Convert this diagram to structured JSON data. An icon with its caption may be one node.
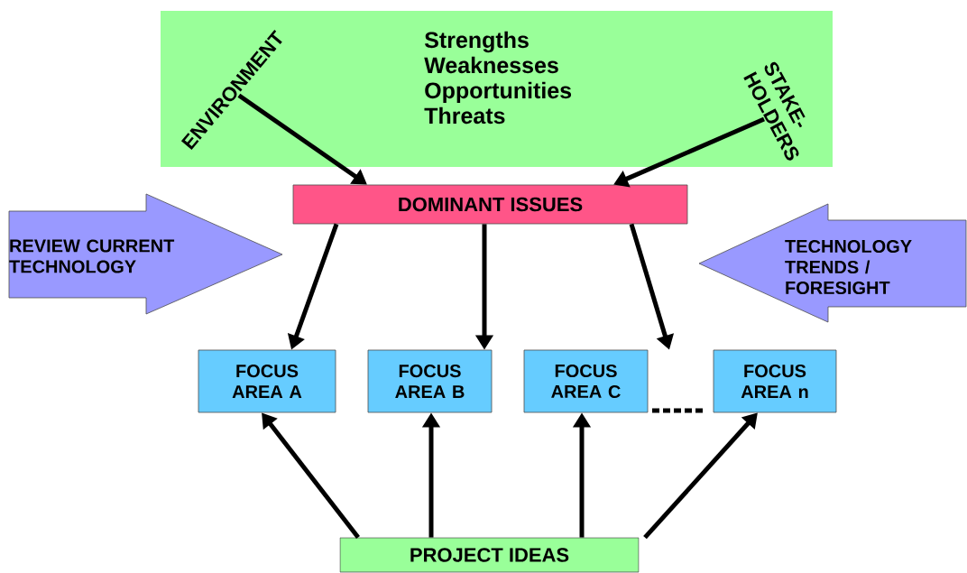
{
  "diagram": {
    "nodes": [
      {
        "text": [
          "Strengths Weaknesses Opportunities Threats"
        ]
      },
      {
        "text": [
          "ENVIRONMENT"
        ],
        "in": 0
      },
      {
        "text": [
          "STAKE- HOLDERS"
        ],
        "in": 0
      },
      {
        "text": [
          "DOMINANT ISSUES"
        ]
      },
      {
        "text": [
          "REVIEW CURRENT TECHNOLOGY"
        ]
      },
      {
        "text": [
          "TECHNOLOGY TRENDS / FORESIGHT"
        ]
      },
      {
        "text": [
          "FOCUS AREA A"
        ]
      },
      {
        "text": [
          "FOCUS AREA B"
        ]
      },
      {
        "text": [
          "FOCUS AREA C"
        ]
      },
      {
        "text": [
          "FOCUS AREA n"
        ]
      },
      {
        "text": [
          "PROJECT IDEAS"
        ]
      }
    ],
    "edges": [
      {
        "from": 1,
        "to": 3,
        "arrow": "to"
      },
      {
        "from": 2,
        "to": 3,
        "arrow": "to"
      },
      {
        "from": 3,
        "to": 6,
        "arrow": "to"
      },
      {
        "from": 3,
        "to": 7,
        "arrow": "to"
      },
      {
        "from": 3,
        "to": 8,
        "arrow": "to"
      },
      {
        "from": 10,
        "to": 6,
        "arrow": "to"
      },
      {
        "from": 10,
        "to": 7,
        "arrow": "to"
      },
      {
        "from": 10,
        "to": 8,
        "arrow": "to"
      },
      {
        "from": 10,
        "to": 9,
        "arrow": "to"
      }
    ]
  }
}
